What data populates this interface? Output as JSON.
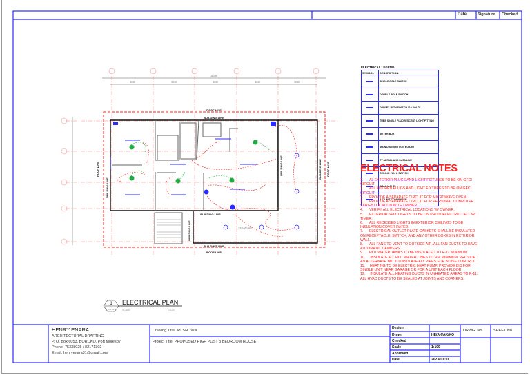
{
  "header": {
    "date_label": "Date",
    "signature_label": "Signature",
    "checked_label": "Checked"
  },
  "legend": {
    "title": "ELECTRICAL LEGEND",
    "symbol_header": "SYMBOL",
    "description_header": "DESCRIPTION",
    "items": [
      {
        "icon": "single-pole-switch",
        "description": "SINGLE-POLE SWITCH"
      },
      {
        "icon": "double-pole-switch",
        "description": "DOUBLE-POLE SWITCH"
      },
      {
        "icon": "duplex-outlet",
        "description": "DUPLEX WITH SWITCH 110 VOLTS"
      },
      {
        "icon": "fluorescent-light",
        "description": "TUBE SINGLE FLUORESCENT LIGHT FITTING"
      },
      {
        "icon": "meter-box",
        "description": "METER BOX"
      },
      {
        "icon": "distribution-board",
        "description": "MAIN DISTRIBUTION BOARD"
      },
      {
        "icon": "tv-data",
        "description": "TV AERIAL AND DATA LINE"
      },
      {
        "icon": "ceiling-fan",
        "description": "CEILING FAN & SWITCH"
      },
      {
        "icon": "wall-light",
        "description": "WALL LIGHT"
      },
      {
        "icon": "ac-unit",
        "description": "A/C UNIT CONDENSER"
      }
    ]
  },
  "notes": {
    "title": "ELECTRICAL NOTES",
    "items": [
      "1.      AL EXTERIOR PLUGS AND LIGHT FIXTURES TO BE ON GFCI CIRCUIT.",
      "1.      ALL KITCHEN PLUGS AND LIGHT FIXTURES TO BE ON GFCI CIRCUIT.",
      "2.      PROVIDE A SEPARATE CIRCUIT FOR MICROWAVE OVEN.",
      "3.      PROVIDE A SEPARATE CIRCUIT FOR PERSONAL COMPUTER. VERIFY LOCATION WITH OWNER.",
      "4.      VERIFY ALL ELECTRICAL LOCATIONS W/ OWNER.",
      "5.      EXTERIOR SPOTLIGHTS TO BE ON PHOTOELECTRIC CELL W/ TIMER.",
      "6.      ALL RECESSED LIGHTS IN EXTERIOR CEILINGS TO BE INSULATION COVER RATED.",
      "7.      ELECTRICAL OUTLET PLATE GASKETS SHALL BE INSULATED ON RECEPTACLE, SWITCH, AND ANY OTHER BOXES IN EXTERIOR WALL.",
      "8.      ALL FANS TO VENT TO OUTSIDE AIR. ALL FAN DUCTS TO HAVE AUTOMATIC DAMPERS.",
      "9.      HOT WATER TANKS TO BE INSULATED TO R-11 MINIMUM.",
      "10.     INSULATE ALL HOT WATER LINES TO R-4 MINIMUM. PROVIDE AN ALTERNATE BID TO INSULATE ALL PIPES FOR NOISE CONTROL.",
      "11.     HEATING TO BE ELECTRIC HEAT PUMP. PROVIDE BID FOR SINGLE UNIT NEAR GARAGE OR FOR A UNIT EACH FLOOR.",
      "12.     INSULATE ALL HEATING DUCTS IN UNHEATED AREAS TO R-11. ALL HVAC DUCTS TO BE SEALED AT JOINTS AND CORNERS."
    ]
  },
  "plan": {
    "grid_labels": [
      "A",
      "B",
      "C",
      "D",
      "E",
      "G"
    ],
    "overall_dimension": "18280",
    "bay_dimensions": [
      "3040",
      "3040",
      "3040",
      "3040",
      "3040"
    ],
    "roof_line": "ROOF LINE",
    "building_line": "BUILDING LINE",
    "verandah": "VERANDAH",
    "title": "ELECTRICAL PLAN",
    "tag_number": "1",
    "tag_sheet": "A-1.01",
    "scale_label": "SCALE",
    "scale_value": "1:100"
  },
  "title_block": {
    "company": "HENRY ENARA",
    "company_lines": [
      "ARCHITECTURAL DRAFTING",
      "P. O. Box 6053, BOROKO, Port Moresby",
      "Phone: 75338025 / 82171302",
      "Email: henryenara31@gmail.com"
    ],
    "drawing_title": "Drawing Title:  AS SHOWN",
    "project_title": "Project Title:  PROPOSED HIGH POST 3 BEDROOM HOUSE",
    "fields": [
      {
        "label": "Design",
        "value": ""
      },
      {
        "label": "Drawn",
        "value": "HE/AK/AK/KO"
      },
      {
        "label": "Checked",
        "value": ""
      },
      {
        "label": "Scale",
        "value": "1:100"
      },
      {
        "label": "Approved",
        "value": ""
      },
      {
        "label": "Date",
        "value": "2023/10/30"
      }
    ],
    "drwg_no_label": "DRWG. No.",
    "sheet_no_label": "SHEET No."
  },
  "colors": {
    "frame": "#2b2bff",
    "notes": "#ff2020",
    "wiring": "#ff2020",
    "fan_wiring": "#22aa44",
    "walls": "#111111"
  }
}
